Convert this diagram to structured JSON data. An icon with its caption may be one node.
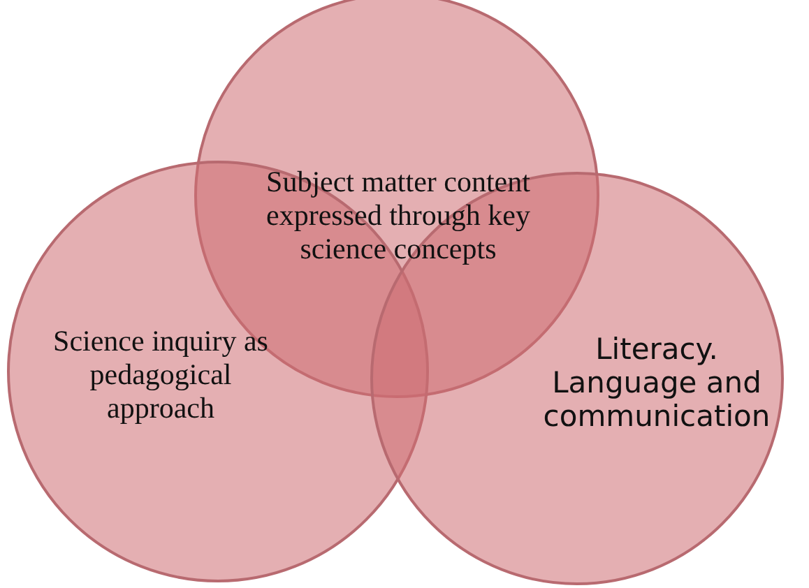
{
  "diagram": {
    "nodes": [
      {
        "text": [
          "Subject matter content expressed through key science concepts"
        ]
      },
      {
        "text": [
          "Science inquiry as pedagogical approach"
        ]
      },
      {
        "text": [
          "Literacy. Language and communication"
        ]
      }
    ]
  }
}
